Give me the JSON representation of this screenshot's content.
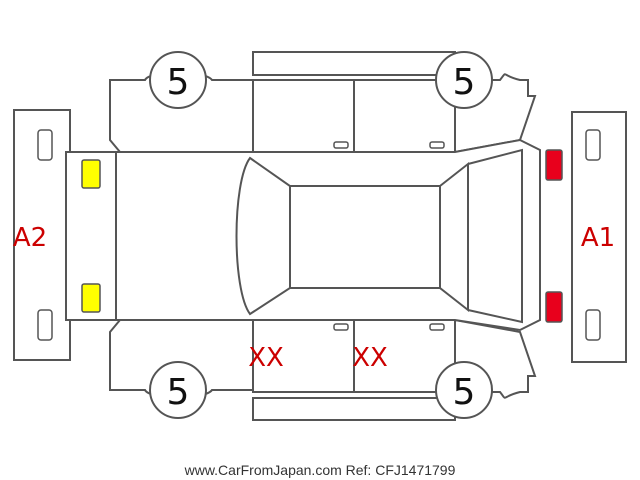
{
  "tires": {
    "front_left": "5",
    "front_right": "5",
    "rear_left": "5",
    "rear_right": "5"
  },
  "bumpers": {
    "rear_label": "A2",
    "front_label": "A1"
  },
  "damage_marks": {
    "left_front_door": "XX",
    "left_rear_door": "XX"
  },
  "lights": {
    "rear_color": "#ffff00",
    "front_color": "#e8001c"
  },
  "colors": {
    "mark_text": "#cc0000",
    "outline": "#555555"
  },
  "footer": {
    "text": "www.CarFromJapan.com Ref: CFJ1471799"
  }
}
